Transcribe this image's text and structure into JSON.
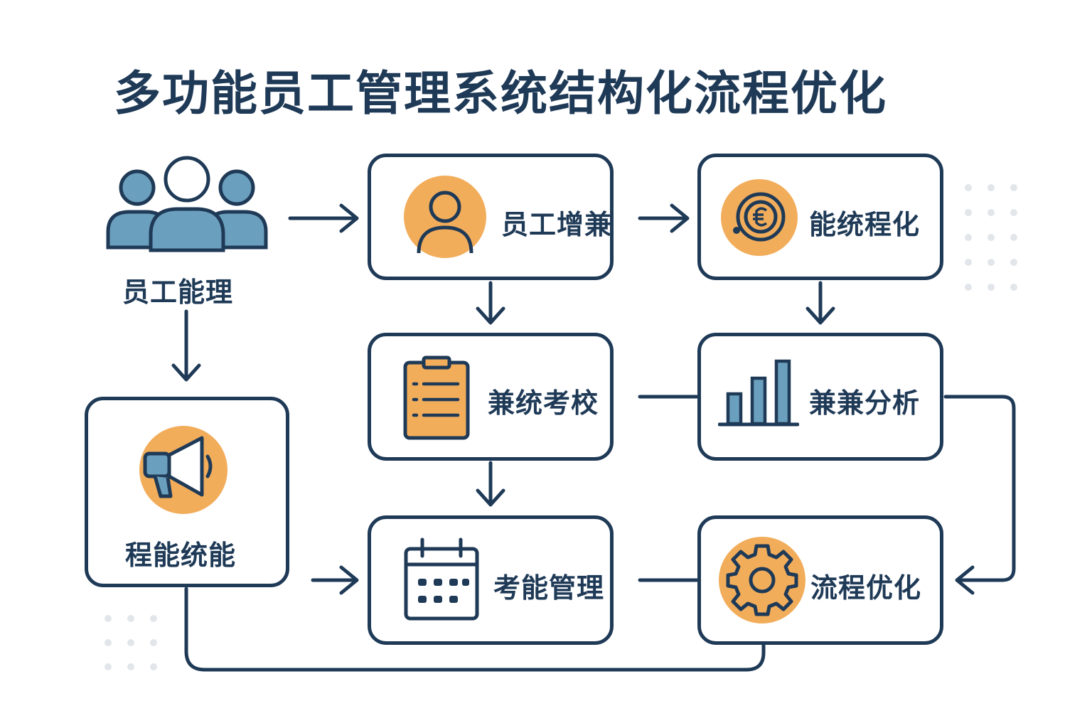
{
  "title": "多功能员工管理系统结构化流程优化",
  "colors": {
    "navy": "#1f3a57",
    "orange": "#f2ad5b",
    "blue": "#6a9fbd",
    "dots": "#e2e6ea"
  },
  "nodes": {
    "start": {
      "label": "员工能理",
      "icon": "people-group-icon"
    },
    "employee": {
      "label": "员工增兼",
      "icon": "user-avatar-icon"
    },
    "capability": {
      "label": "能统程化",
      "icon": "coin-icon"
    },
    "assessment": {
      "label": "兼统考校",
      "icon": "clipboard-checklist-icon"
    },
    "analysis": {
      "label": "兼兼分析",
      "icon": "bar-chart-icon"
    },
    "training": {
      "label": "程能统能",
      "icon": "megaphone-icon"
    },
    "attendance": {
      "label": "考能管理",
      "icon": "calendar-icon"
    },
    "optimize": {
      "label": "流程优化",
      "icon": "gear-icon"
    }
  }
}
